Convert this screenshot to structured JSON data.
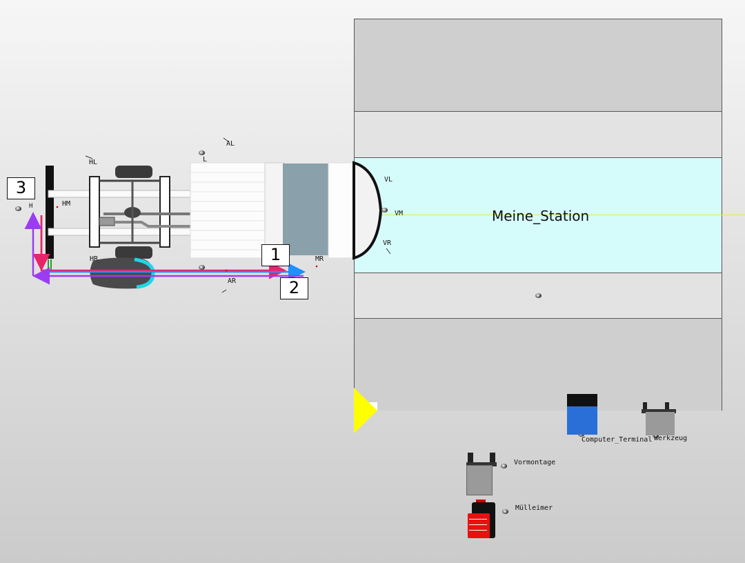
{
  "station": {
    "name": "Meine_Station"
  },
  "route_numbers": [
    "1",
    "2",
    "3"
  ],
  "vehicle_points": {
    "hl": "HL",
    "hm": "HM",
    "hr": "HR",
    "h": "H",
    "l": "L",
    "al": "AL",
    "ar": "AR",
    "mr": "MR",
    "vl": "VL",
    "vm": "VM",
    "vr": "VR"
  },
  "resources": {
    "computer_terminal": "Computer_Terminal",
    "werkzeug": "Werkzeug",
    "vormontage": "Vormontage",
    "muelleimer": "Mülleimer"
  },
  "colors": {
    "station_highlight": "#d6fbfb",
    "route_1": "#e8246a",
    "route_2": "#1e90ff",
    "route_3": "#9b3cf2",
    "entry_marker": "#ffff00",
    "terminal": "#2a6fd8",
    "bin": "#e81010"
  }
}
